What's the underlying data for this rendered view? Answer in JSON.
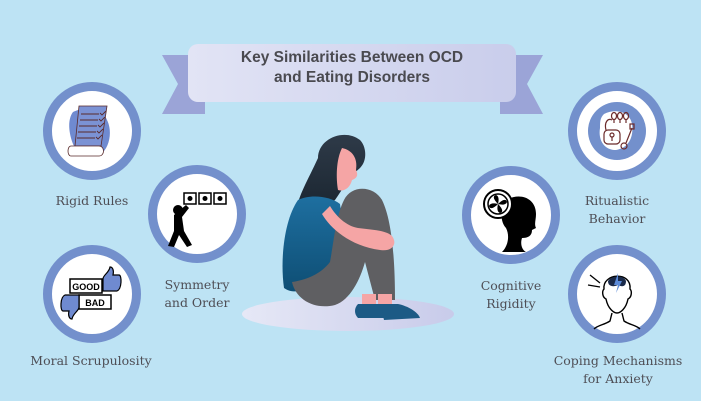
{
  "title": {
    "line1": "Key Similarities Between OCD",
    "line2": "and Eating Disorders"
  },
  "colors": {
    "background": "#bde3f4",
    "ring": "#7390cc",
    "banner_box": "#dcdff2",
    "banner_tail": "#9aa3d6"
  },
  "items": [
    {
      "id": "rigid-rules",
      "icon": "checklist-scroll-icon",
      "lines": [
        "Rigid Rules"
      ]
    },
    {
      "id": "symmetry-order",
      "icon": "arranging-frames-icon",
      "lines": [
        "Symmetry",
        "and Order"
      ]
    },
    {
      "id": "moral-scrupulosity",
      "icon": "good-bad-thumbs-icon",
      "lines": [
        "Moral Scrupulosity"
      ]
    },
    {
      "id": "cognitive-rigidity",
      "icon": "head-thought-icon",
      "lines": [
        "Cognitive",
        "Rigidity"
      ]
    },
    {
      "id": "ritualistic-behavior",
      "icon": "lock-and-key-icon",
      "lines": [
        "Ritualistic",
        "Behavior"
      ]
    },
    {
      "id": "coping-anxiety",
      "icon": "stressed-head-icon",
      "lines": [
        "Coping Mechanisms",
        "for Anxiety"
      ]
    }
  ],
  "icon_text": {
    "good": "GOOD",
    "bad": "BAD"
  }
}
